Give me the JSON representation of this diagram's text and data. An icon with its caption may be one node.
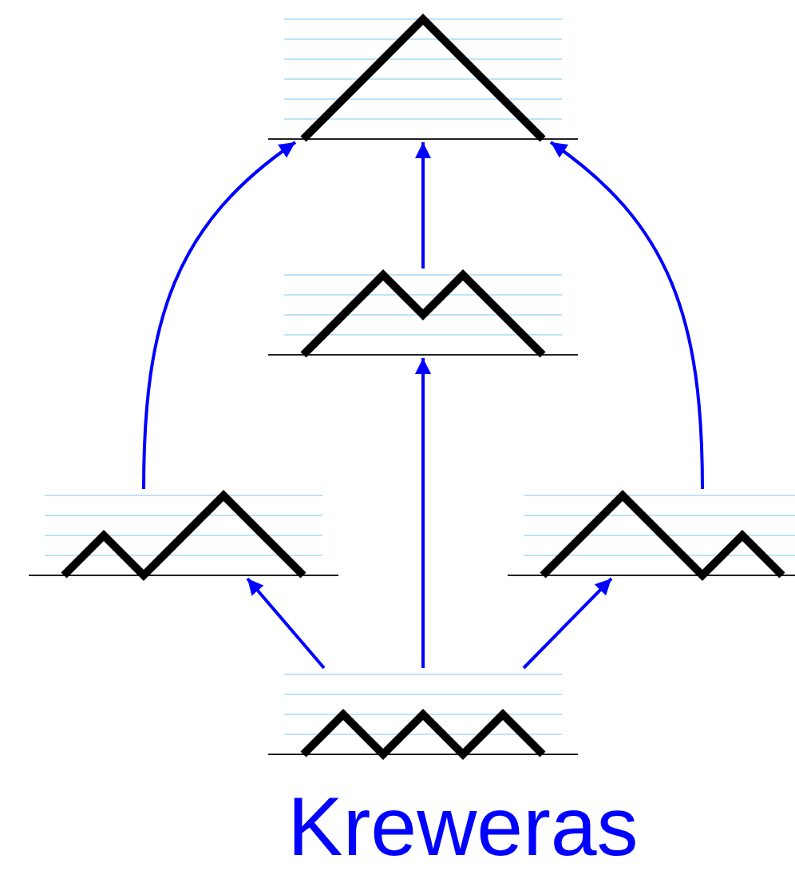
{
  "diagram": {
    "nodes": [
      {
        "text": [],
        "shape": "picture"
      },
      {
        "text": [],
        "shape": "picture"
      },
      {
        "text": [],
        "shape": "picture"
      },
      {
        "text": [],
        "shape": "picture"
      },
      {
        "text": [],
        "shape": "picture"
      }
    ],
    "edges": [
      {
        "from": 4,
        "to": 2,
        "arrow": "to"
      },
      {
        "from": 4,
        "to": 1,
        "arrow": "to"
      },
      {
        "from": 4,
        "to": 3,
        "arrow": "to"
      },
      {
        "from": 2,
        "to": 0,
        "arrow": "to"
      },
      {
        "from": 1,
        "to": 0,
        "arrow": "to"
      },
      {
        "from": 3,
        "to": 0,
        "arrow": "to"
      }
    ],
    "labels": [
      "Kreweras"
    ]
  }
}
